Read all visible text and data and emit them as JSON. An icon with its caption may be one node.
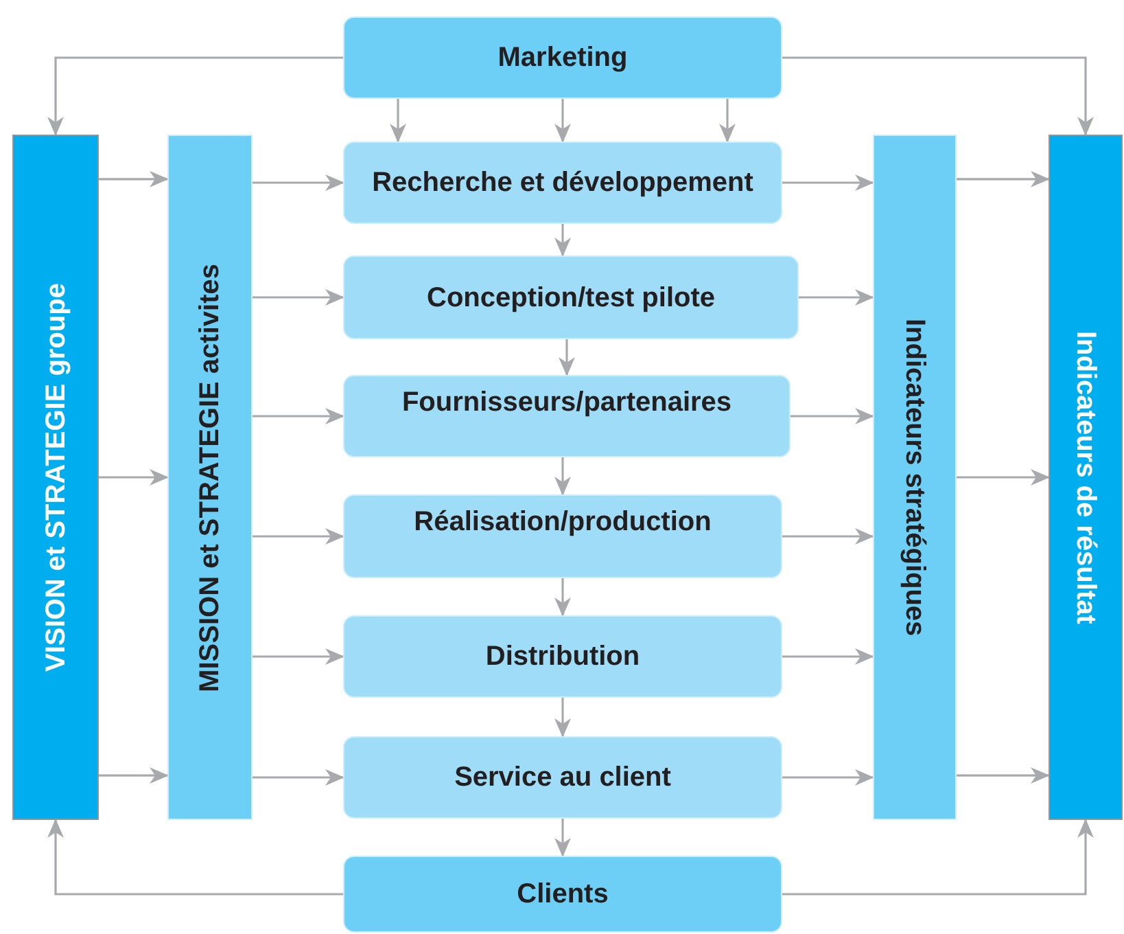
{
  "diagram": {
    "nodes": [
      {
        "text": [
          "Marketing"
        ]
      },
      {
        "text": [
          "VISION et STRATEGIE groupe"
        ]
      },
      {
        "text": [
          "MISSION et STRATEGIE activites"
        ]
      },
      {
        "text": [
          "Recherche et développement"
        ]
      },
      {
        "text": [
          "Conception/test pilote"
        ]
      },
      {
        "text": [
          "Fournisseurs/partenaires"
        ]
      },
      {
        "text": [
          "Réalisation/production"
        ]
      },
      {
        "text": [
          "Distribution"
        ]
      },
      {
        "text": [
          "Service au client"
        ]
      },
      {
        "text": [
          "Clients"
        ]
      },
      {
        "text": [
          "Indicateurs stratégiques"
        ]
      },
      {
        "text": [
          "Indicateurs de résultat"
        ]
      }
    ],
    "edges": [
      {
        "from": 0,
        "to": 1,
        "arrow": "to"
      },
      {
        "from": 0,
        "to": 11,
        "arrow": "to"
      },
      {
        "from": 0,
        "to": 3,
        "arrow": "to"
      },
      {
        "from": 0,
        "to": 3,
        "arrow": "to"
      },
      {
        "from": 0,
        "to": 3,
        "arrow": "to"
      },
      {
        "from": 1,
        "to": 2,
        "arrow": "to"
      },
      {
        "from": 1,
        "to": 2,
        "arrow": "to"
      },
      {
        "from": 1,
        "to": 2,
        "arrow": "to"
      },
      {
        "from": 2,
        "to": 3,
        "arrow": "to"
      },
      {
        "from": 2,
        "to": 4,
        "arrow": "to"
      },
      {
        "from": 2,
        "to": 5,
        "arrow": "to"
      },
      {
        "from": 2,
        "to": 6,
        "arrow": "to"
      },
      {
        "from": 2,
        "to": 7,
        "arrow": "to"
      },
      {
        "from": 2,
        "to": 8,
        "arrow": "to"
      },
      {
        "from": 3,
        "to": 4,
        "arrow": "to"
      },
      {
        "from": 4,
        "to": 5,
        "arrow": "to"
      },
      {
        "from": 5,
        "to": 6,
        "arrow": "to"
      },
      {
        "from": 6,
        "to": 7,
        "arrow": "to"
      },
      {
        "from": 7,
        "to": 8,
        "arrow": "to"
      },
      {
        "from": 8,
        "to": 9,
        "arrow": "to"
      },
      {
        "from": 3,
        "to": 10,
        "arrow": "to"
      },
      {
        "from": 4,
        "to": 10,
        "arrow": "to"
      },
      {
        "from": 5,
        "to": 10,
        "arrow": "to"
      },
      {
        "from": 6,
        "to": 10,
        "arrow": "to"
      },
      {
        "from": 7,
        "to": 10,
        "arrow": "to"
      },
      {
        "from": 8,
        "to": 10,
        "arrow": "to"
      },
      {
        "from": 10,
        "to": 11,
        "arrow": "to"
      },
      {
        "from": 10,
        "to": 11,
        "arrow": "to"
      },
      {
        "from": 10,
        "to": 11,
        "arrow": "to"
      },
      {
        "from": 9,
        "to": 1,
        "arrow": "to"
      },
      {
        "from": 9,
        "to": 11,
        "arrow": "to"
      }
    ]
  }
}
